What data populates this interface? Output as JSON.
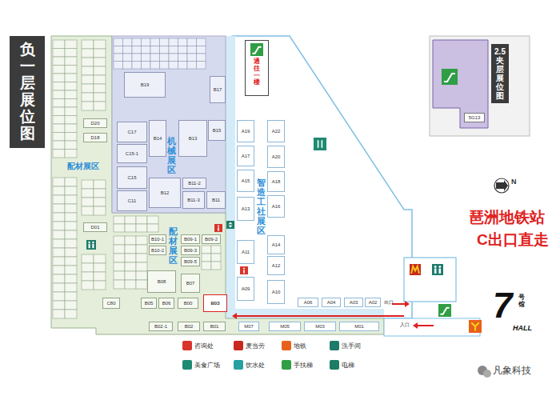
{
  "diagram": {
    "nodes": [
      {
        "text": [
          "负一层展位图"
        ]
      },
      {
        "text": [
          "2.5夹层展位图"
        ]
      },
      {
        "text": [
          "5G13"
        ],
        "in": 1
      },
      {
        "text": [
          "通往一楼"
        ]
      },
      {
        "text": [
          "B19"
        ]
      },
      {
        "text": [
          "B17"
        ]
      },
      {
        "text": [
          "C17"
        ]
      },
      {
        "text": [
          "B14"
        ]
      },
      {
        "text": [
          "B13"
        ]
      },
      {
        "text": [
          "B15"
        ]
      },
      {
        "text": [
          "C15-1"
        ]
      },
      {
        "text": [
          "C15"
        ]
      },
      {
        "text": [
          "B12"
        ]
      },
      {
        "text": [
          "B11-2"
        ]
      },
      {
        "text": [
          "C11"
        ]
      },
      {
        "text": [
          "B11-3"
        ]
      },
      {
        "text": [
          "B11"
        ]
      },
      {
        "text": [
          "D20"
        ]
      },
      {
        "text": [
          "D18"
        ]
      },
      {
        "text": [
          "D01"
        ]
      },
      {
        "text": [
          "B10-1"
        ]
      },
      {
        "text": [
          "B10-2"
        ]
      },
      {
        "text": [
          "B09-1"
        ]
      },
      {
        "text": [
          "B09-3"
        ]
      },
      {
        "text": [
          "B09-5"
        ]
      },
      {
        "text": [
          "B09-2"
        ]
      },
      {
        "text": [
          "B08"
        ]
      },
      {
        "text": [
          "B07"
        ]
      },
      {
        "text": [
          "C80"
        ]
      },
      {
        "text": [
          "B05"
        ]
      },
      {
        "text": [
          "B06"
        ]
      },
      {
        "text": [
          "B00"
        ]
      },
      {
        "text": [
          "B03"
        ]
      },
      {
        "text": [
          "B02-1"
        ]
      },
      {
        "text": [
          "B02"
        ]
      },
      {
        "text": [
          "B01"
        ]
      },
      {
        "text": [
          "M07"
        ]
      },
      {
        "text": [
          "M05"
        ]
      },
      {
        "text": [
          "M03"
        ]
      },
      {
        "text": [
          "M01"
        ]
      },
      {
        "text": [
          "A19"
        ]
      },
      {
        "text": [
          "A17"
        ]
      },
      {
        "text": [
          "A15"
        ]
      },
      {
        "text": [
          "A13"
        ]
      },
      {
        "text": [
          "A11"
        ]
      },
      {
        "text": [
          "A09"
        ]
      },
      {
        "text": [
          "A22"
        ]
      },
      {
        "text": [
          "A20"
        ]
      },
      {
        "text": [
          "A18"
        ]
      },
      {
        "text": [
          "A16"
        ]
      },
      {
        "text": [
          "A14"
        ]
      },
      {
        "text": [
          "A12"
        ]
      },
      {
        "text": [
          "A10"
        ]
      },
      {
        "text": [
          "A06"
        ]
      },
      {
        "text": [
          "A04"
        ]
      },
      {
        "text": [
          "A03"
        ]
      },
      {
        "text": [
          "A02"
        ]
      }
    ],
    "labels": [
      "机械展区",
      "智造工社展区",
      "配材展区",
      "配材展区",
      "N",
      "琶洲地铁站",
      "C出口直走",
      "7",
      "号馆",
      "HALL",
      "出口",
      "入口",
      "凡象科技"
    ],
    "legend": [
      {
        "text": "咨询处",
        "color": "#d9342b"
      },
      {
        "text": "麦当劳",
        "color": "#c8281e"
      },
      {
        "text": "地铁",
        "color": "#e8611a"
      },
      {
        "text": "洗手间",
        "color": "#1e7a6a"
      },
      {
        "text": "美食广场",
        "color": "#1e8a72"
      },
      {
        "text": "饮水处",
        "color": "#26a0a0"
      },
      {
        "text": "手扶梯",
        "color": "#2f9e44"
      },
      {
        "text": "电梯",
        "color": "#1d7c66"
      }
    ]
  }
}
